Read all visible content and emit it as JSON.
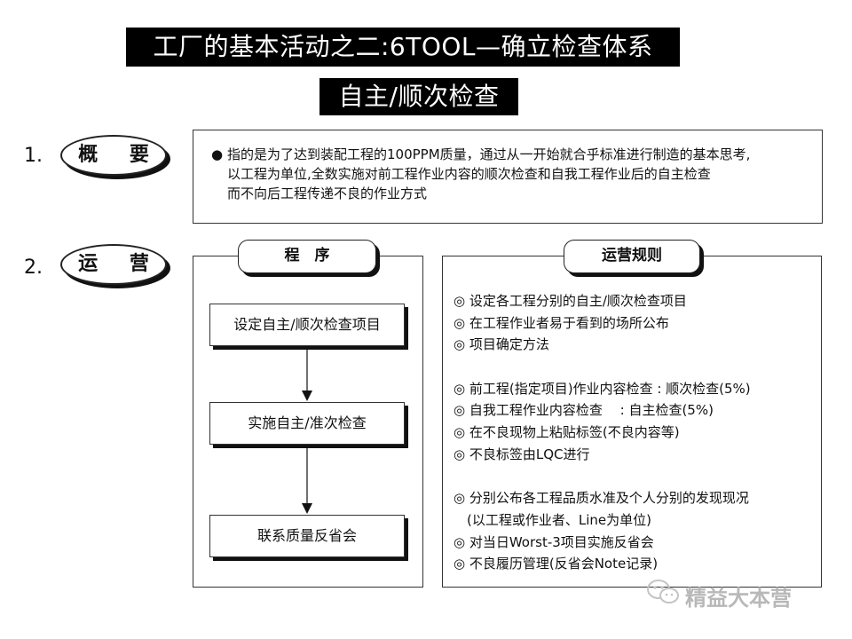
{
  "header": {
    "title": "工厂的基本活动之二:6TOOL—确立检查体系",
    "subtitle": "自主/顺次检查"
  },
  "section1": {
    "number": "1.",
    "label": "概 要",
    "bullet": "●",
    "lines": [
      "指的是为了达到装配工程的100PPM质量，通过从一开始就合乎标准进行制造的基本思考,",
      "以工程为单位,全数实施对前工程作业内容的顺次检查和自我工程作业后的自主检查",
      "而不向后工程传递不良的作业方式"
    ]
  },
  "section2": {
    "number": "2.",
    "label": "运 营",
    "procedure": {
      "header": "程　序",
      "steps": [
        "设定自主/顺次检查项目",
        "实施自主/准次检查",
        "联系质量反省会"
      ]
    },
    "rules": {
      "header": "运营规则",
      "lines": [
        "◎ 设定各工程分别的自主/顺次检查项目",
        "◎ 在工程作业者易于看到的场所公布",
        "◎ 项目确定方法",
        "",
        "◎ 前工程(指定项目)作业内容检查 : 顺次检查(5%)",
        "◎ 自我工程作业内容检查　 : 自主检查(5%)",
        "◎ 在不良现物上粘贴标签(不良内容等)",
        "◎ 不良标签由LQC进行",
        "",
        "◎ 分别公布各工程品质水准及个人分别的发现现况",
        "　(以工程或作业者、Line为单位)",
        "◎ 对当日Worst-3项目实施反省会",
        "◎ 不良履历管理(反省会Note记录)"
      ]
    }
  },
  "watermark": "精益大本营"
}
